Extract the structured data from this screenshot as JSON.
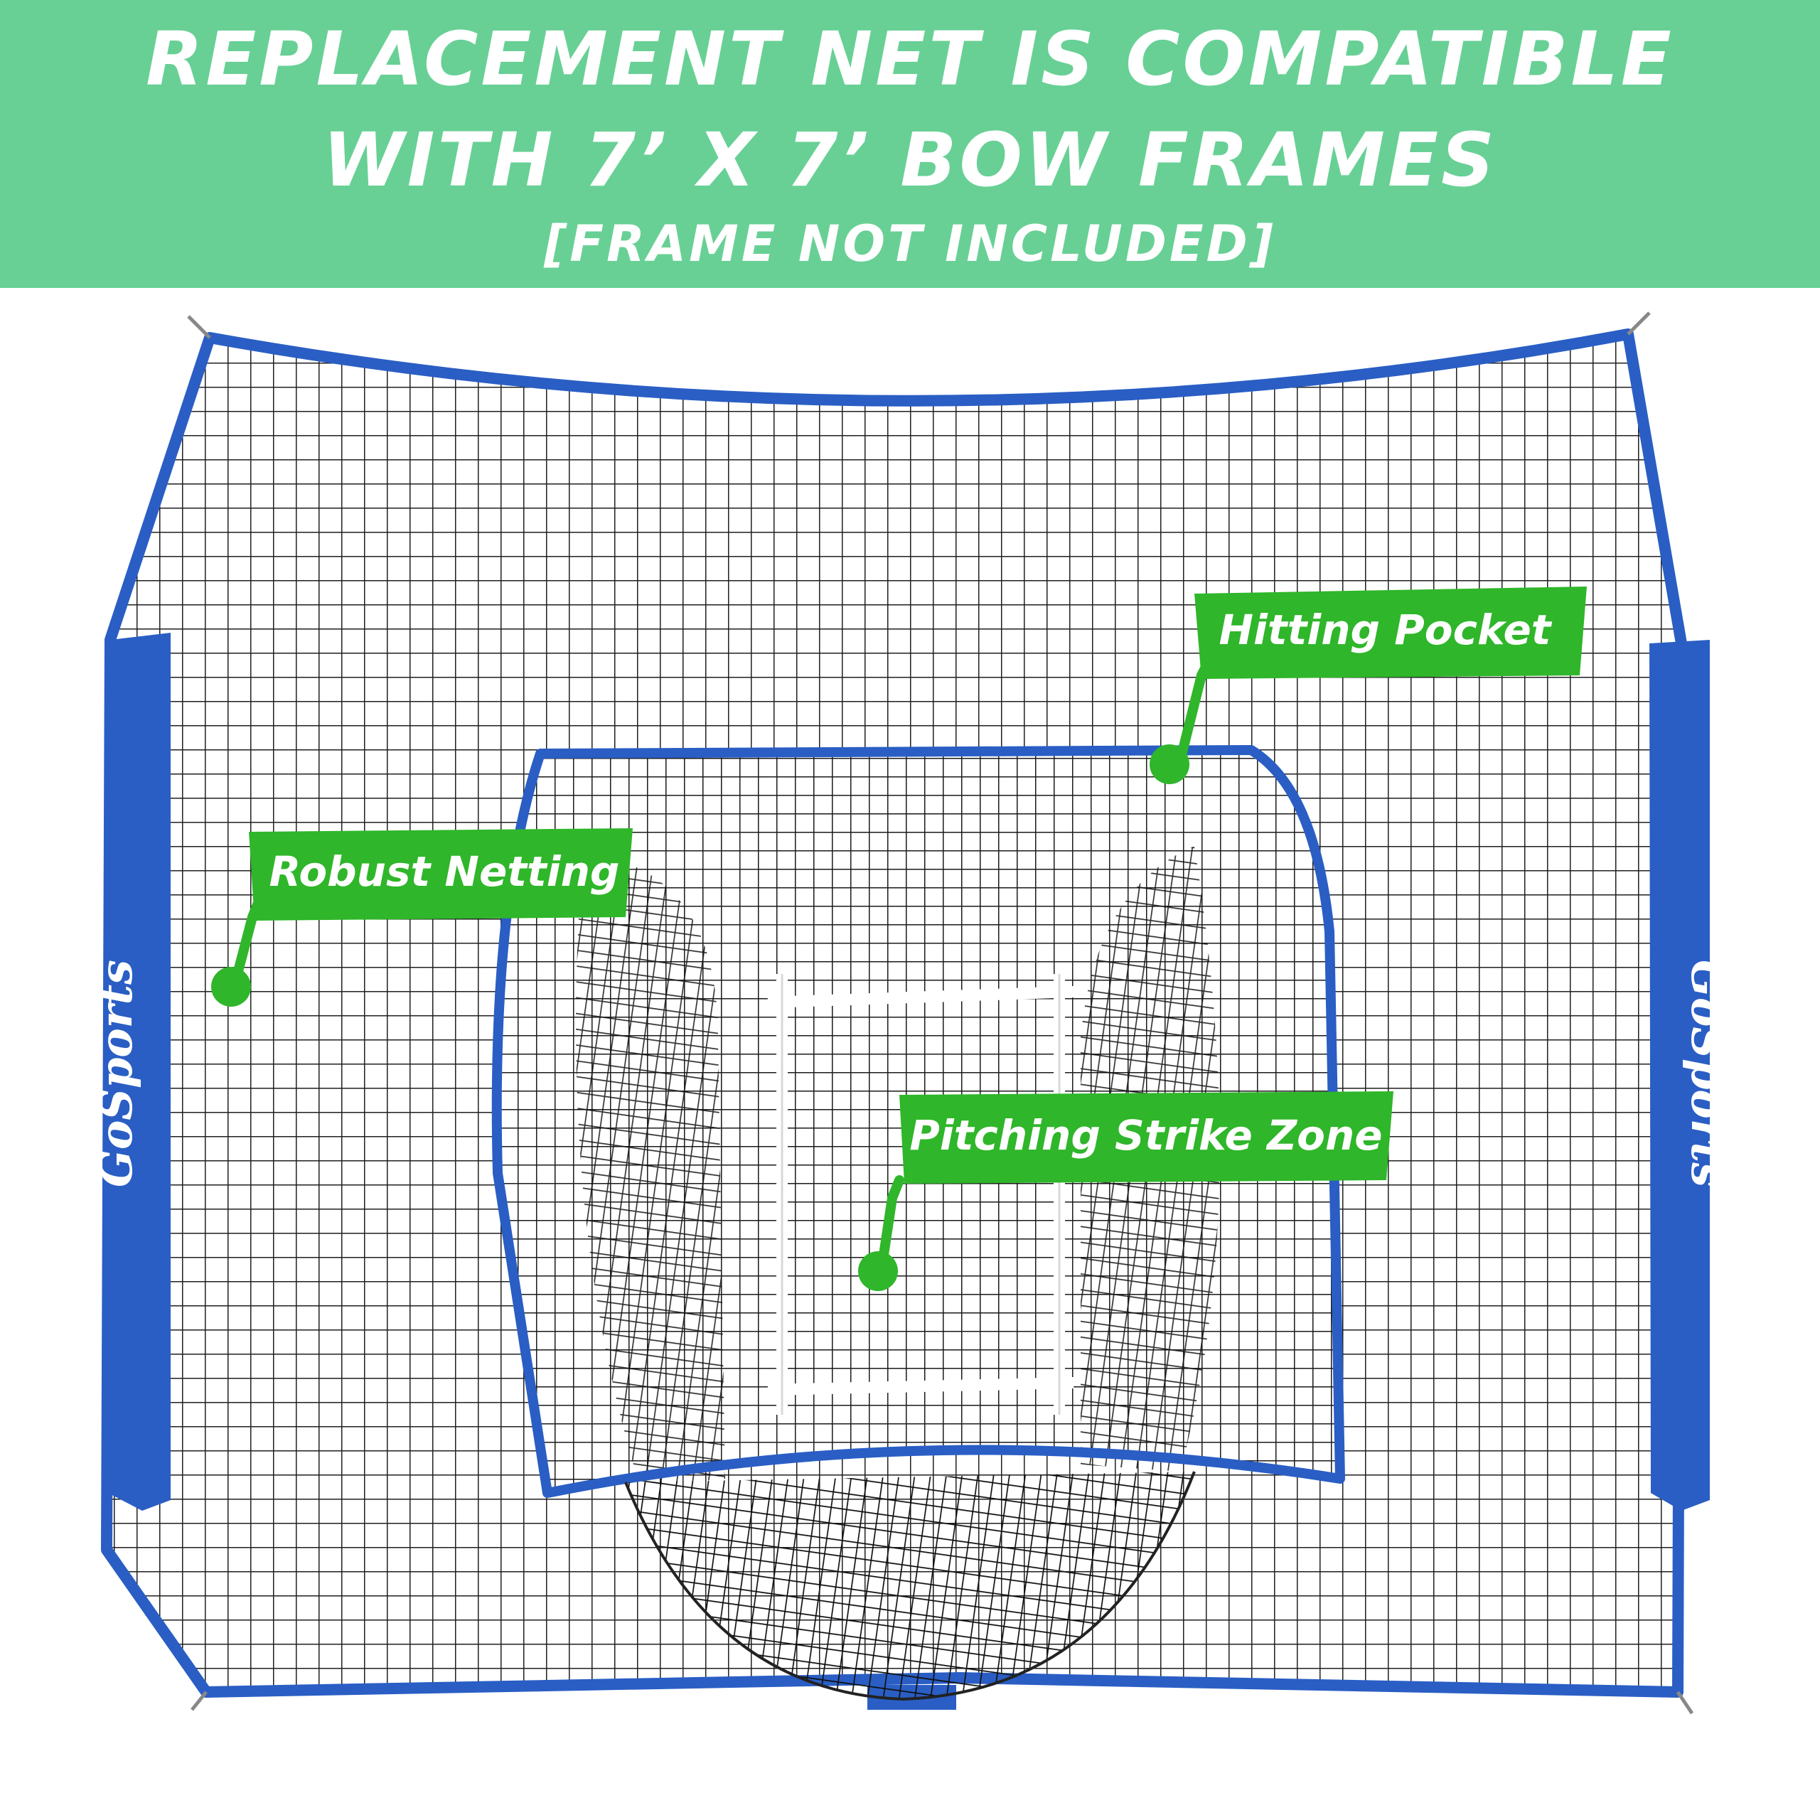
{
  "headline": {
    "line1": "REPLACEMENT NET IS COMPATIBLE",
    "line2": "WITH 7’ X 7’ BOW FRAMES",
    "line3": "[FRAME NOT INCLUDED]"
  },
  "brand": {
    "left": "GoSports",
    "right": "GoSports"
  },
  "callouts": {
    "hitting_pocket": "Hitting Pocket",
    "robust_netting": "Robust Netting",
    "strike_zone": "Pitching Strike Zone"
  },
  "colors": {
    "banner": "#68d095",
    "net_frame": "#2a5ec4",
    "callout": "#2fb62a"
  }
}
